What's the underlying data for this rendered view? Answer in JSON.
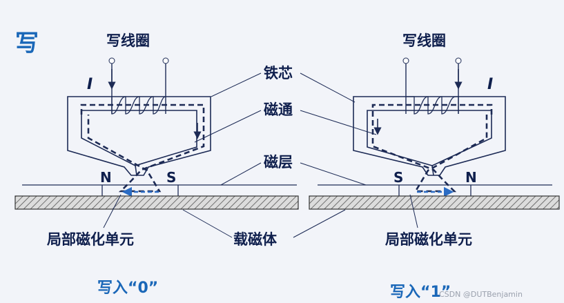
{
  "title": "写",
  "labels": {
    "coil_left": "写线圈",
    "coil_right": "写线圈",
    "current_left": "I",
    "current_right": "I",
    "core": "铁芯",
    "flux": "磁通",
    "layer": "磁层",
    "cell_left": "局部磁化单元",
    "cell_right": "局部磁化单元",
    "substrate": "载磁体",
    "pole_left_n": "N",
    "pole_left_s": "S",
    "pole_right_s": "S",
    "pole_right_n": "N"
  },
  "captions": {
    "left": "写入“0”",
    "right": "写入“1”"
  },
  "watermark": "CSDN @DUTBenjamin",
  "colors": {
    "title": "#1a67b8",
    "text": "#0f1f4d",
    "line": "#1c2a55",
    "flux_arrow": "#2b6cc4",
    "background": "#f2f4f9"
  }
}
